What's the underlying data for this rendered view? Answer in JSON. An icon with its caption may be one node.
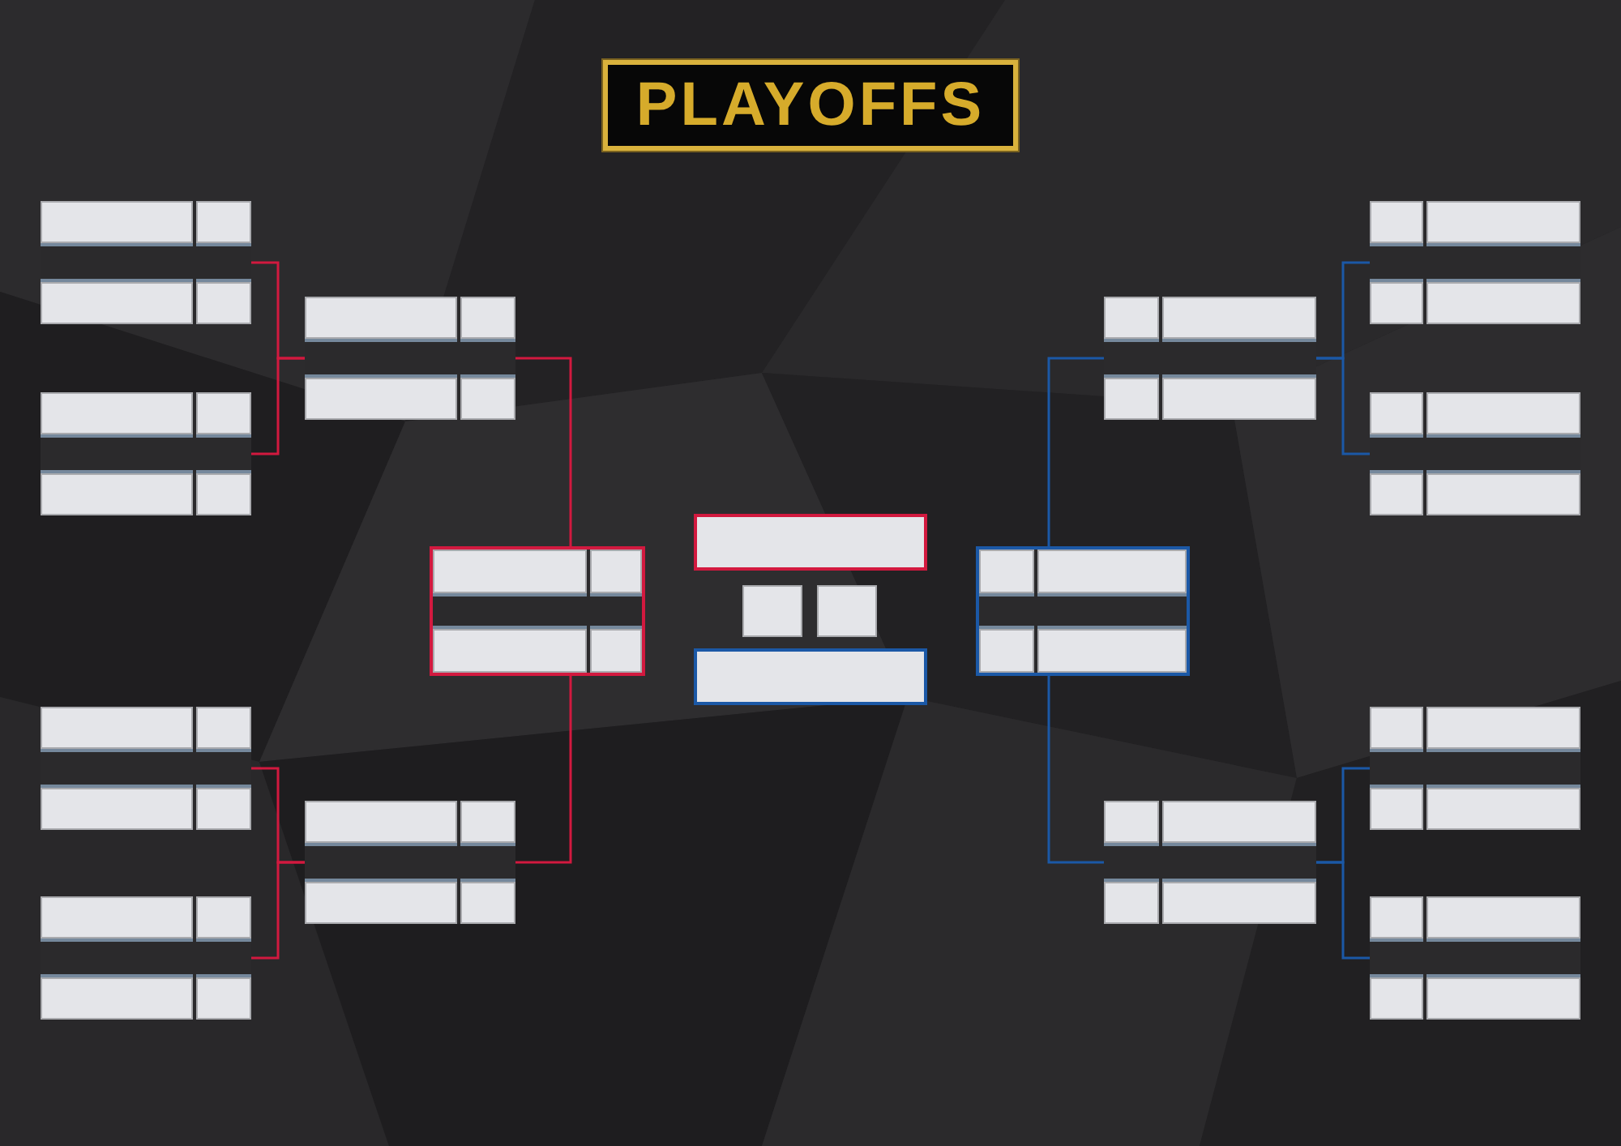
{
  "diagram": {
    "title": "PLAYOFFS",
    "nodes": [
      {
        "text": [],
        "shape": "box"
      },
      {
        "text": [],
        "shape": "box",
        "in": 0
      },
      {
        "text": [],
        "shape": "box",
        "in": 0
      },
      {
        "text": [],
        "shape": "box",
        "in": 0
      },
      {
        "text": [],
        "shape": "box",
        "in": 0
      },
      {
        "text": [],
        "shape": "box"
      },
      {
        "text": [],
        "shape": "box",
        "in": 5
      },
      {
        "text": [],
        "shape": "box",
        "in": 5
      },
      {
        "text": [],
        "shape": "box",
        "in": 5
      },
      {
        "text": [],
        "shape": "box",
        "in": 5
      },
      {
        "text": [],
        "shape": "box"
      },
      {
        "text": [],
        "shape": "box",
        "in": 10
      },
      {
        "text": [],
        "shape": "box",
        "in": 10
      },
      {
        "text": [],
        "shape": "box",
        "in": 10
      },
      {
        "text": [],
        "shape": "box",
        "in": 10
      },
      {
        "text": [],
        "shape": "box"
      },
      {
        "text": [],
        "shape": "box",
        "in": 15
      },
      {
        "text": [],
        "shape": "box",
        "in": 15
      },
      {
        "text": [],
        "shape": "box",
        "in": 15
      },
      {
        "text": [],
        "shape": "box",
        "in": 15
      },
      {
        "text": [],
        "shape": "box"
      },
      {
        "text": [],
        "shape": "box",
        "in": 20
      },
      {
        "text": [],
        "shape": "box",
        "in": 20
      },
      {
        "text": [],
        "shape": "box",
        "in": 20
      },
      {
        "text": [],
        "shape": "box",
        "in": 20
      },
      {
        "text": [],
        "shape": "box"
      },
      {
        "text": [],
        "shape": "box",
        "in": 25
      },
      {
        "text": [],
        "shape": "box",
        "in": 25
      },
      {
        "text": [],
        "shape": "box",
        "in": 25
      },
      {
        "text": [],
        "shape": "box",
        "in": 25
      },
      {
        "text": [],
        "shape": "box"
      },
      {
        "text": [],
        "shape": "box",
        "in": 30
      },
      {
        "text": [],
        "shape": "box",
        "in": 30
      },
      {
        "text": [],
        "shape": "box",
        "in": 30
      },
      {
        "text": [],
        "shape": "box",
        "in": 30
      },
      {
        "text": [],
        "shape": "box"
      },
      {
        "text": [],
        "shape": "box"
      },
      {
        "text": [],
        "shape": "box"
      },
      {
        "text": [],
        "shape": "box"
      },
      {
        "text": [],
        "shape": "box"
      },
      {
        "text": [],
        "shape": "box",
        "in": 39
      },
      {
        "text": [],
        "shape": "box",
        "in": 39
      },
      {
        "text": [],
        "shape": "box",
        "in": 39
      },
      {
        "text": [],
        "shape": "box",
        "in": 39
      },
      {
        "text": [],
        "shape": "box"
      },
      {
        "text": [],
        "shape": "box",
        "in": 44
      },
      {
        "text": [],
        "shape": "box",
        "in": 44
      },
      {
        "text": [],
        "shape": "box",
        "in": 44
      },
      {
        "text": [],
        "shape": "box",
        "in": 44
      },
      {
        "text": [],
        "shape": "box"
      },
      {
        "text": [],
        "shape": "box",
        "in": 49
      },
      {
        "text": [],
        "shape": "box",
        "in": 49
      },
      {
        "text": [],
        "shape": "box",
        "in": 49
      },
      {
        "text": [],
        "shape": "box",
        "in": 49
      },
      {
        "text": [],
        "shape": "box"
      },
      {
        "text": [],
        "shape": "box",
        "in": 54
      },
      {
        "text": [],
        "shape": "box",
        "in": 54
      },
      {
        "text": [],
        "shape": "box",
        "in": 54
      },
      {
        "text": [],
        "shape": "box",
        "in": 54
      },
      {
        "text": [],
        "shape": "box"
      },
      {
        "text": [],
        "shape": "box",
        "in": 59
      },
      {
        "text": [],
        "shape": "box",
        "in": 59
      },
      {
        "text": [],
        "shape": "box",
        "in": 59
      },
      {
        "text": [],
        "shape": "box",
        "in": 59
      },
      {
        "text": [],
        "shape": "box"
      },
      {
        "text": [],
        "shape": "box",
        "in": 64
      },
      {
        "text": [],
        "shape": "box",
        "in": 64
      },
      {
        "text": [],
        "shape": "box",
        "in": 64
      },
      {
        "text": [],
        "shape": "box",
        "in": 64
      },
      {
        "text": [],
        "shape": "box"
      },
      {
        "text": [],
        "shape": "box",
        "in": 69
      },
      {
        "text": [],
        "shape": "box",
        "in": 69
      },
      {
        "text": [],
        "shape": "box",
        "in": 69
      },
      {
        "text": [],
        "shape": "box",
        "in": 69
      }
    ],
    "edges": [
      {
        "from": 0,
        "to": 20,
        "arrow": "none",
        "color": "#d2193f"
      },
      {
        "from": 5,
        "to": 20,
        "arrow": "none",
        "color": "#d2193f"
      },
      {
        "from": 10,
        "to": 25,
        "arrow": "none",
        "color": "#d2193f"
      },
      {
        "from": 15,
        "to": 25,
        "arrow": "none",
        "color": "#d2193f"
      },
      {
        "from": 20,
        "to": 30,
        "arrow": "none",
        "color": "#d2193f"
      },
      {
        "from": 25,
        "to": 30,
        "arrow": "none",
        "color": "#d2193f"
      },
      {
        "from": 54,
        "to": 44,
        "arrow": "none",
        "color": "#1b58a6"
      },
      {
        "from": 59,
        "to": 44,
        "arrow": "none",
        "color": "#1b58a6"
      },
      {
        "from": 64,
        "to": 49,
        "arrow": "none",
        "color": "#1b58a6"
      },
      {
        "from": 69,
        "to": 49,
        "arrow": "none",
        "color": "#1b58a6"
      },
      {
        "from": 44,
        "to": 39,
        "arrow": "none",
        "color": "#1b58a6"
      },
      {
        "from": 49,
        "to": 39,
        "arrow": "none",
        "color": "#1b58a6"
      }
    ]
  }
}
